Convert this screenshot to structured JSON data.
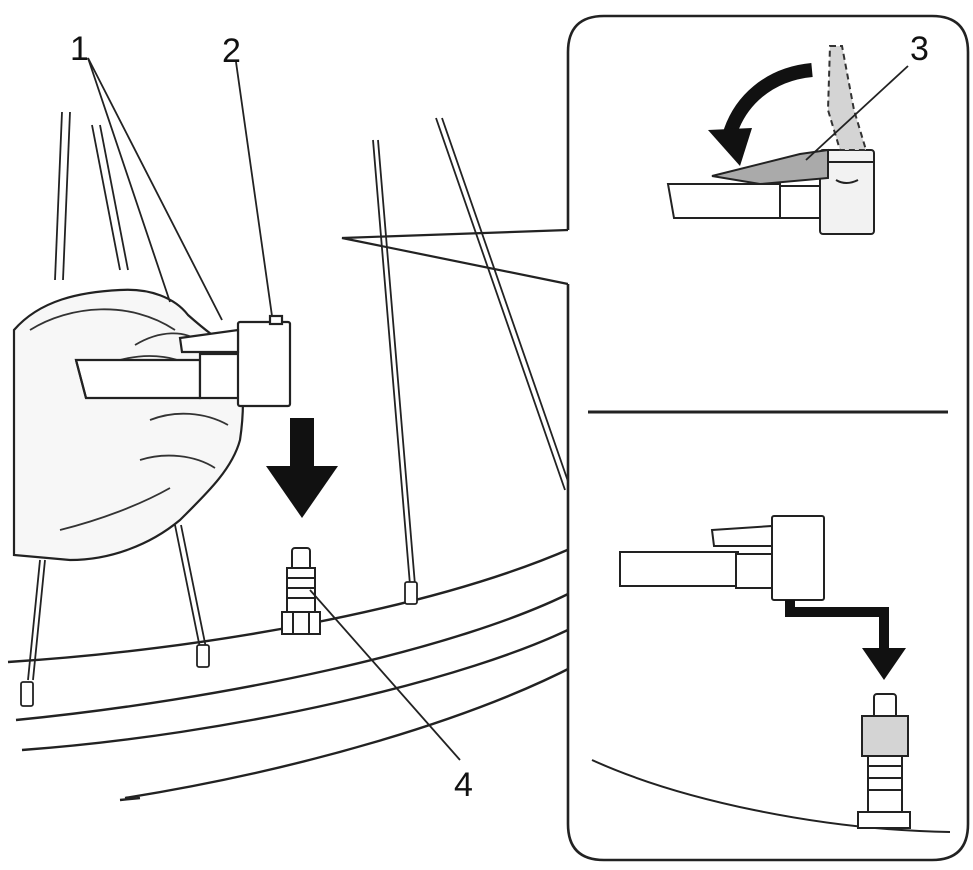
{
  "callouts": {
    "n1": "1",
    "n2": "2",
    "n3": "3",
    "n4": "4"
  },
  "colors": {
    "line": "#111111",
    "black": "#111111",
    "grey": "#aaaaaa",
    "light_grey": "#d4d4d4",
    "hand_fill": "#f7f7f7"
  }
}
